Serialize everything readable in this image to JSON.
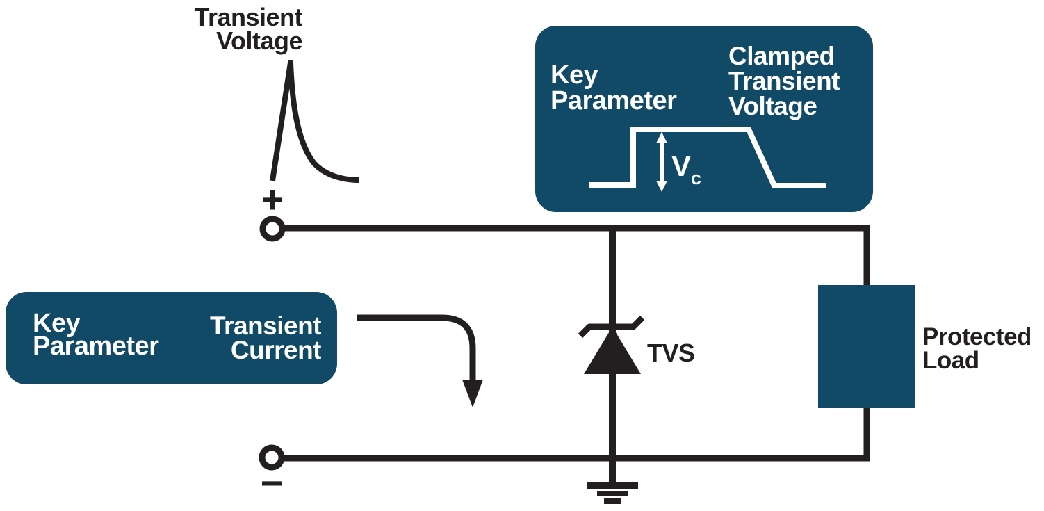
{
  "colors": {
    "panel": "#114a66",
    "wire": "#231f20",
    "waveform": "#ffffff",
    "text_dark": "#231f20",
    "text_light": "#ffffff"
  },
  "source": {
    "label_line1": "Transient",
    "label_line2": "Voltage",
    "plus": "+",
    "minus": "−"
  },
  "clamp_panel": {
    "title_line1": "Key",
    "title_line2": "Parameter",
    "param_line1": "Clamped",
    "param_line2": "Transient",
    "param_line3": "Voltage",
    "vc_symbol": "V",
    "vc_subscript": "c"
  },
  "current_panel": {
    "title_line1": "Key",
    "title_line2": "Parameter",
    "param_line1": "Transient",
    "param_line2": "Current"
  },
  "tvs_label": "TVS",
  "load": {
    "label_line1": "Protected",
    "label_line2": "Load"
  }
}
